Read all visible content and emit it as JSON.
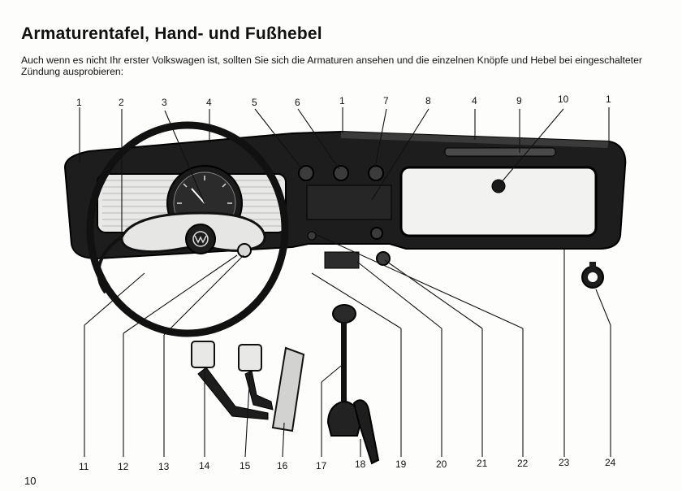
{
  "page": {
    "title": "Armaturentafel, Hand- und Fußhebel",
    "intro_line1": "Auch wenn es nicht Ihr erster Volkswagen ist, sollten Sie sich die Armaturen ansehen und die einzelnen Knöpfe und Hebel bei eingeschalteter",
    "intro_line2": "Zündung ausprobieren:",
    "page_number": "10"
  },
  "figure": {
    "callouts_top": [
      "1",
      "2",
      "3",
      "4",
      "5",
      "6",
      "1",
      "7",
      "8",
      "4",
      "9",
      "10",
      "1"
    ],
    "callouts_bottom": [
      "11",
      "12",
      "13",
      "14",
      "15",
      "16",
      "17",
      "18",
      "19",
      "20",
      "21",
      "22",
      "23",
      "24"
    ]
  }
}
